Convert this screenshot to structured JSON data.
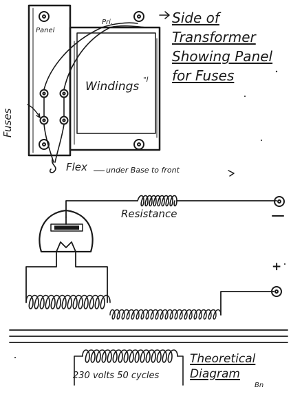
{
  "labels": {
    "panel": "Panel",
    "pri": "Pri.",
    "windings": "Windings",
    "windings_mark": "\"l",
    "title_line1": "Side of",
    "title_line2": "Transformer",
    "title_line3": "Showing Panel",
    "title_line4": "for Fuses",
    "fuses": "Fuses",
    "flex": "Flex",
    "flex_rest": "under Base to front",
    "resistance": "Resistance",
    "minus": "−",
    "plus": "+",
    "theoretical": "Theoretical",
    "diagram": "Diagram",
    "mains": "230 volts 50 cycles",
    "signature": "Bn"
  },
  "colors": {
    "ink": "#1a1a1a",
    "paper": "#ffffff"
  }
}
